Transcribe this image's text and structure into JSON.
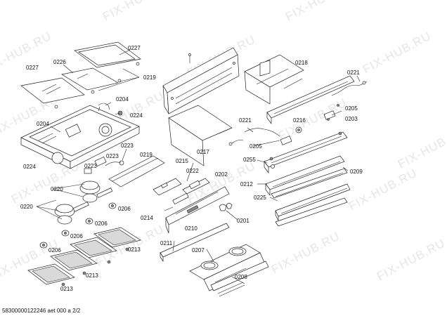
{
  "watermark": "FIX-HUB.RU",
  "footer": "58300000122246 aet 000 a 2/2",
  "labels": [
    {
      "id": "0227a",
      "text": "0227"
    },
    {
      "id": "0226",
      "text": "0226"
    },
    {
      "id": "0227b",
      "text": "0227"
    },
    {
      "id": "0219a",
      "text": "0219"
    },
    {
      "id": "0204a",
      "text": "0204"
    },
    {
      "id": "0224a",
      "text": "0224"
    },
    {
      "id": "0204b",
      "text": "0204"
    },
    {
      "id": "0224b",
      "text": "0224"
    },
    {
      "id": "0223a",
      "text": "0223"
    },
    {
      "id": "0223b",
      "text": "0223"
    },
    {
      "id": "0223c",
      "text": "0223"
    },
    {
      "id": "0219b",
      "text": "0219"
    },
    {
      "id": "0220a",
      "text": "0220"
    },
    {
      "id": "0220b",
      "text": "0220"
    },
    {
      "id": "0206a",
      "text": "0206"
    },
    {
      "id": "0206b",
      "text": "0206"
    },
    {
      "id": "0206c",
      "text": "0206"
    },
    {
      "id": "0206d",
      "text": "0206"
    },
    {
      "id": "0213a",
      "text": "0213"
    },
    {
      "id": "0213b",
      "text": "0213"
    },
    {
      "id": "0213c",
      "text": "0213"
    },
    {
      "id": "0217",
      "text": "0217"
    },
    {
      "id": "0215",
      "text": "0215"
    },
    {
      "id": "0222",
      "text": "0222"
    },
    {
      "id": "0202",
      "text": "0202"
    },
    {
      "id": "0214",
      "text": "0214"
    },
    {
      "id": "0210",
      "text": "0210"
    },
    {
      "id": "0201",
      "text": "0201"
    },
    {
      "id": "0211",
      "text": "0211"
    },
    {
      "id": "0207",
      "text": "0207"
    },
    {
      "id": "0208",
      "text": "0208"
    },
    {
      "id": "0218",
      "text": "0218"
    },
    {
      "id": "0221a",
      "text": "0221"
    },
    {
      "id": "0221b",
      "text": "0221"
    },
    {
      "id": "0205a",
      "text": "0205"
    },
    {
      "id": "0203",
      "text": "0203"
    },
    {
      "id": "0216",
      "text": "0216"
    },
    {
      "id": "0205b",
      "text": "0205"
    },
    {
      "id": "0255",
      "text": "0255"
    },
    {
      "id": "0212",
      "text": "0212"
    },
    {
      "id": "0209",
      "text": "0209"
    },
    {
      "id": "0225",
      "text": "0225"
    }
  ]
}
